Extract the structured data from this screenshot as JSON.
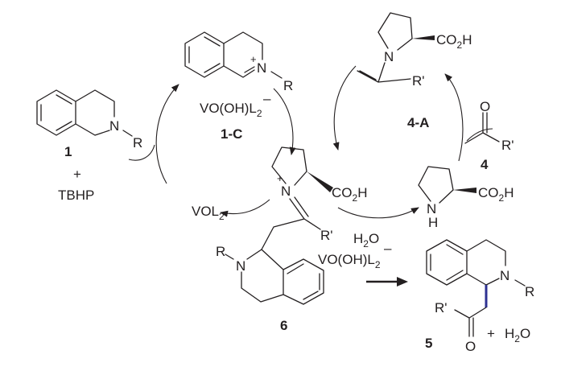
{
  "compounds": {
    "c1": {
      "label": "1",
      "substituent": "R",
      "atom": "N"
    },
    "c1C": {
      "label": "1-C",
      "substituent": "R",
      "atom": "N",
      "charge": "+",
      "counterion": "VO(OH)L",
      "counterion_sub": "2",
      "counterion_charge": "–"
    },
    "c4A": {
      "label": "4-A",
      "acid": "CO",
      "acid_sub": "2",
      "acid_end": "H",
      "atom": "N",
      "substituent": "R'"
    },
    "c4": {
      "label": "4",
      "oxygen": "O",
      "substituent": "R'"
    },
    "proline": {
      "atom": "N",
      "h": "H",
      "acid": "CO",
      "acid_sub": "2",
      "acid_end": "H"
    },
    "iminium": {
      "atom": "N",
      "charge": "+",
      "acid": "CO",
      "acid_sub": "2",
      "acid_end": "H",
      "substituent": "R'"
    },
    "c6": {
      "label": "6",
      "substituent": "R",
      "atom": "N"
    },
    "c5": {
      "label": "5",
      "substituent": "R",
      "atom": "N",
      "acyl": "R'",
      "oxygen": "O"
    }
  },
  "reagents": {
    "plus": "+",
    "tbhp": "TBHP",
    "vol2": "VOL",
    "vol2_sub": "2",
    "water": "H",
    "water_sub": "2",
    "water_end": "O",
    "vo_oh": "VO(OH)L",
    "vo_oh_sub": "2",
    "vo_oh_charge": "–",
    "product_plus": "+",
    "product_water": "H",
    "product_water_sub": "2",
    "product_water_end": "O"
  },
  "colors": {
    "bond": "#231f20",
    "highlight_bond": "#2e3192"
  }
}
